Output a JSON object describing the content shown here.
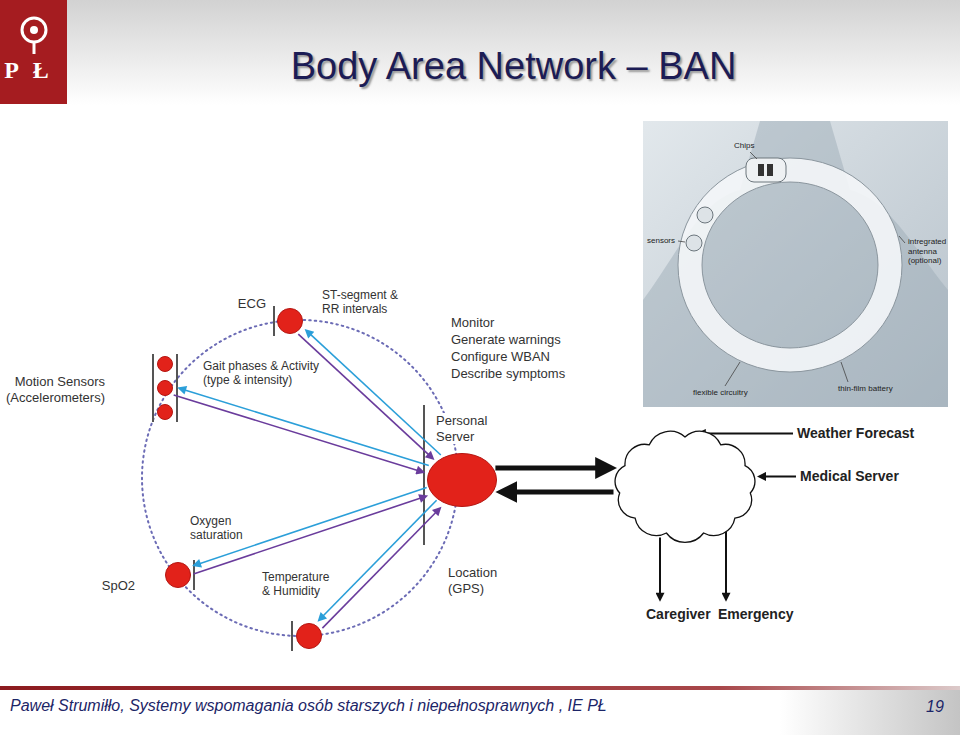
{
  "diagram": {
    "title": "Body Area Network – BAN",
    "nodes": [
      {
        "text": [
          "ECG"
        ]
      },
      {
        "text": [
          "Motion Sensors (Accelerometers)"
        ]
      },
      {
        "text": [
          "Personal Server"
        ]
      },
      {
        "text": [
          "SpO2"
        ]
      },
      {
        "text": [
          "Temperature & Humidity"
        ]
      },
      {
        "text": []
      },
      {
        "text": [
          "Weather Forecast"
        ]
      },
      {
        "text": [
          "Medical Server"
        ]
      },
      {
        "text": [
          "Caregiver"
        ]
      },
      {
        "text": [
          "Emergency"
        ]
      }
    ],
    "edges": [
      {
        "from": 0,
        "to": 2,
        "arrow": "to",
        "label": "ST-segment & RR intervals"
      },
      {
        "from": 2,
        "to": 0,
        "arrow": "to"
      },
      {
        "from": 1,
        "to": 2,
        "arrow": "to",
        "label": "Gait phases & Activity (type & intensity)"
      },
      {
        "from": 2,
        "to": 1,
        "arrow": "to"
      },
      {
        "from": 3,
        "to": 2,
        "arrow": "to",
        "label": "Oxygen saturation"
      },
      {
        "from": 2,
        "to": 3,
        "arrow": "to"
      },
      {
        "from": 4,
        "to": 2,
        "arrow": "to"
      },
      {
        "from": 2,
        "to": 4,
        "arrow": "to"
      },
      {
        "from": 2,
        "to": 5,
        "arrow": "to"
      },
      {
        "from": 5,
        "to": 2,
        "arrow": "to"
      },
      {
        "from": 6,
        "to": 5,
        "arrow": "to"
      },
      {
        "from": 7,
        "to": 5,
        "arrow": "to"
      },
      {
        "from": 5,
        "to": 8,
        "arrow": "to"
      },
      {
        "from": 5,
        "to": 9,
        "arrow": "to"
      }
    ],
    "labels": [
      "PŁ",
      "Monitor",
      "Generate warnings",
      "Configure WBAN",
      "Describe symptoms",
      "Location (GPS)",
      "Chips",
      "sensors",
      "intregrated antenna (optional)",
      "flexible circuitry",
      "thin-film battery",
      "Paweł Strumiłło, Systemy wspomagania osób starszych i niepełnosprawnych , IE PŁ",
      "19"
    ]
  }
}
